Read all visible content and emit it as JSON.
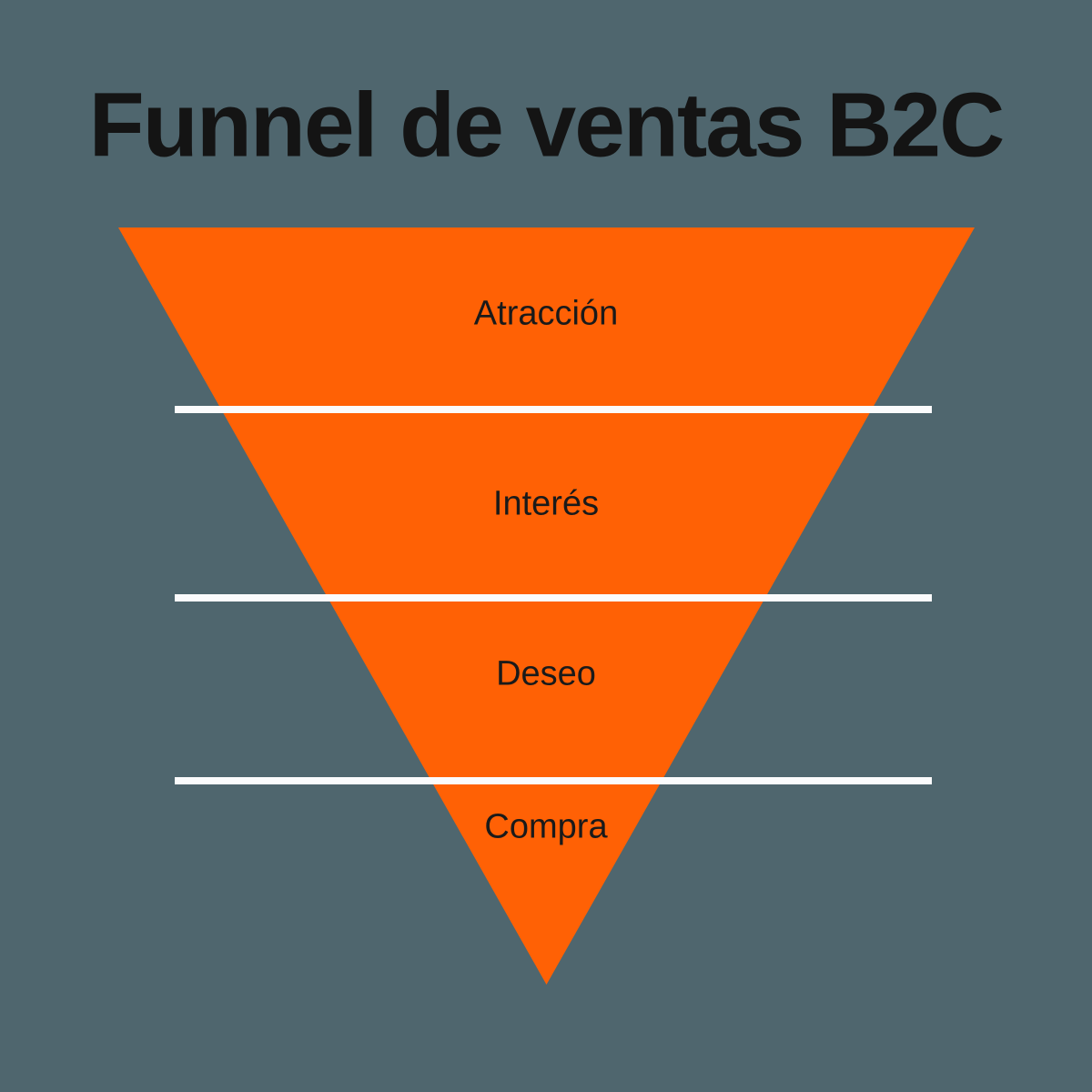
{
  "title": "Funnel de ventas B2C",
  "funnel": {
    "type": "inverted-funnel",
    "sections": [
      {
        "label": "Atracción"
      },
      {
        "label": "Interés"
      },
      {
        "label": "Deseo"
      },
      {
        "label": "Compra"
      }
    ]
  },
  "colors": {
    "background": "#4F666E",
    "funnel": "#FF6105",
    "divider": "#FBFBFC",
    "title-text": "#141414",
    "label-text": "#1A1A1A"
  }
}
